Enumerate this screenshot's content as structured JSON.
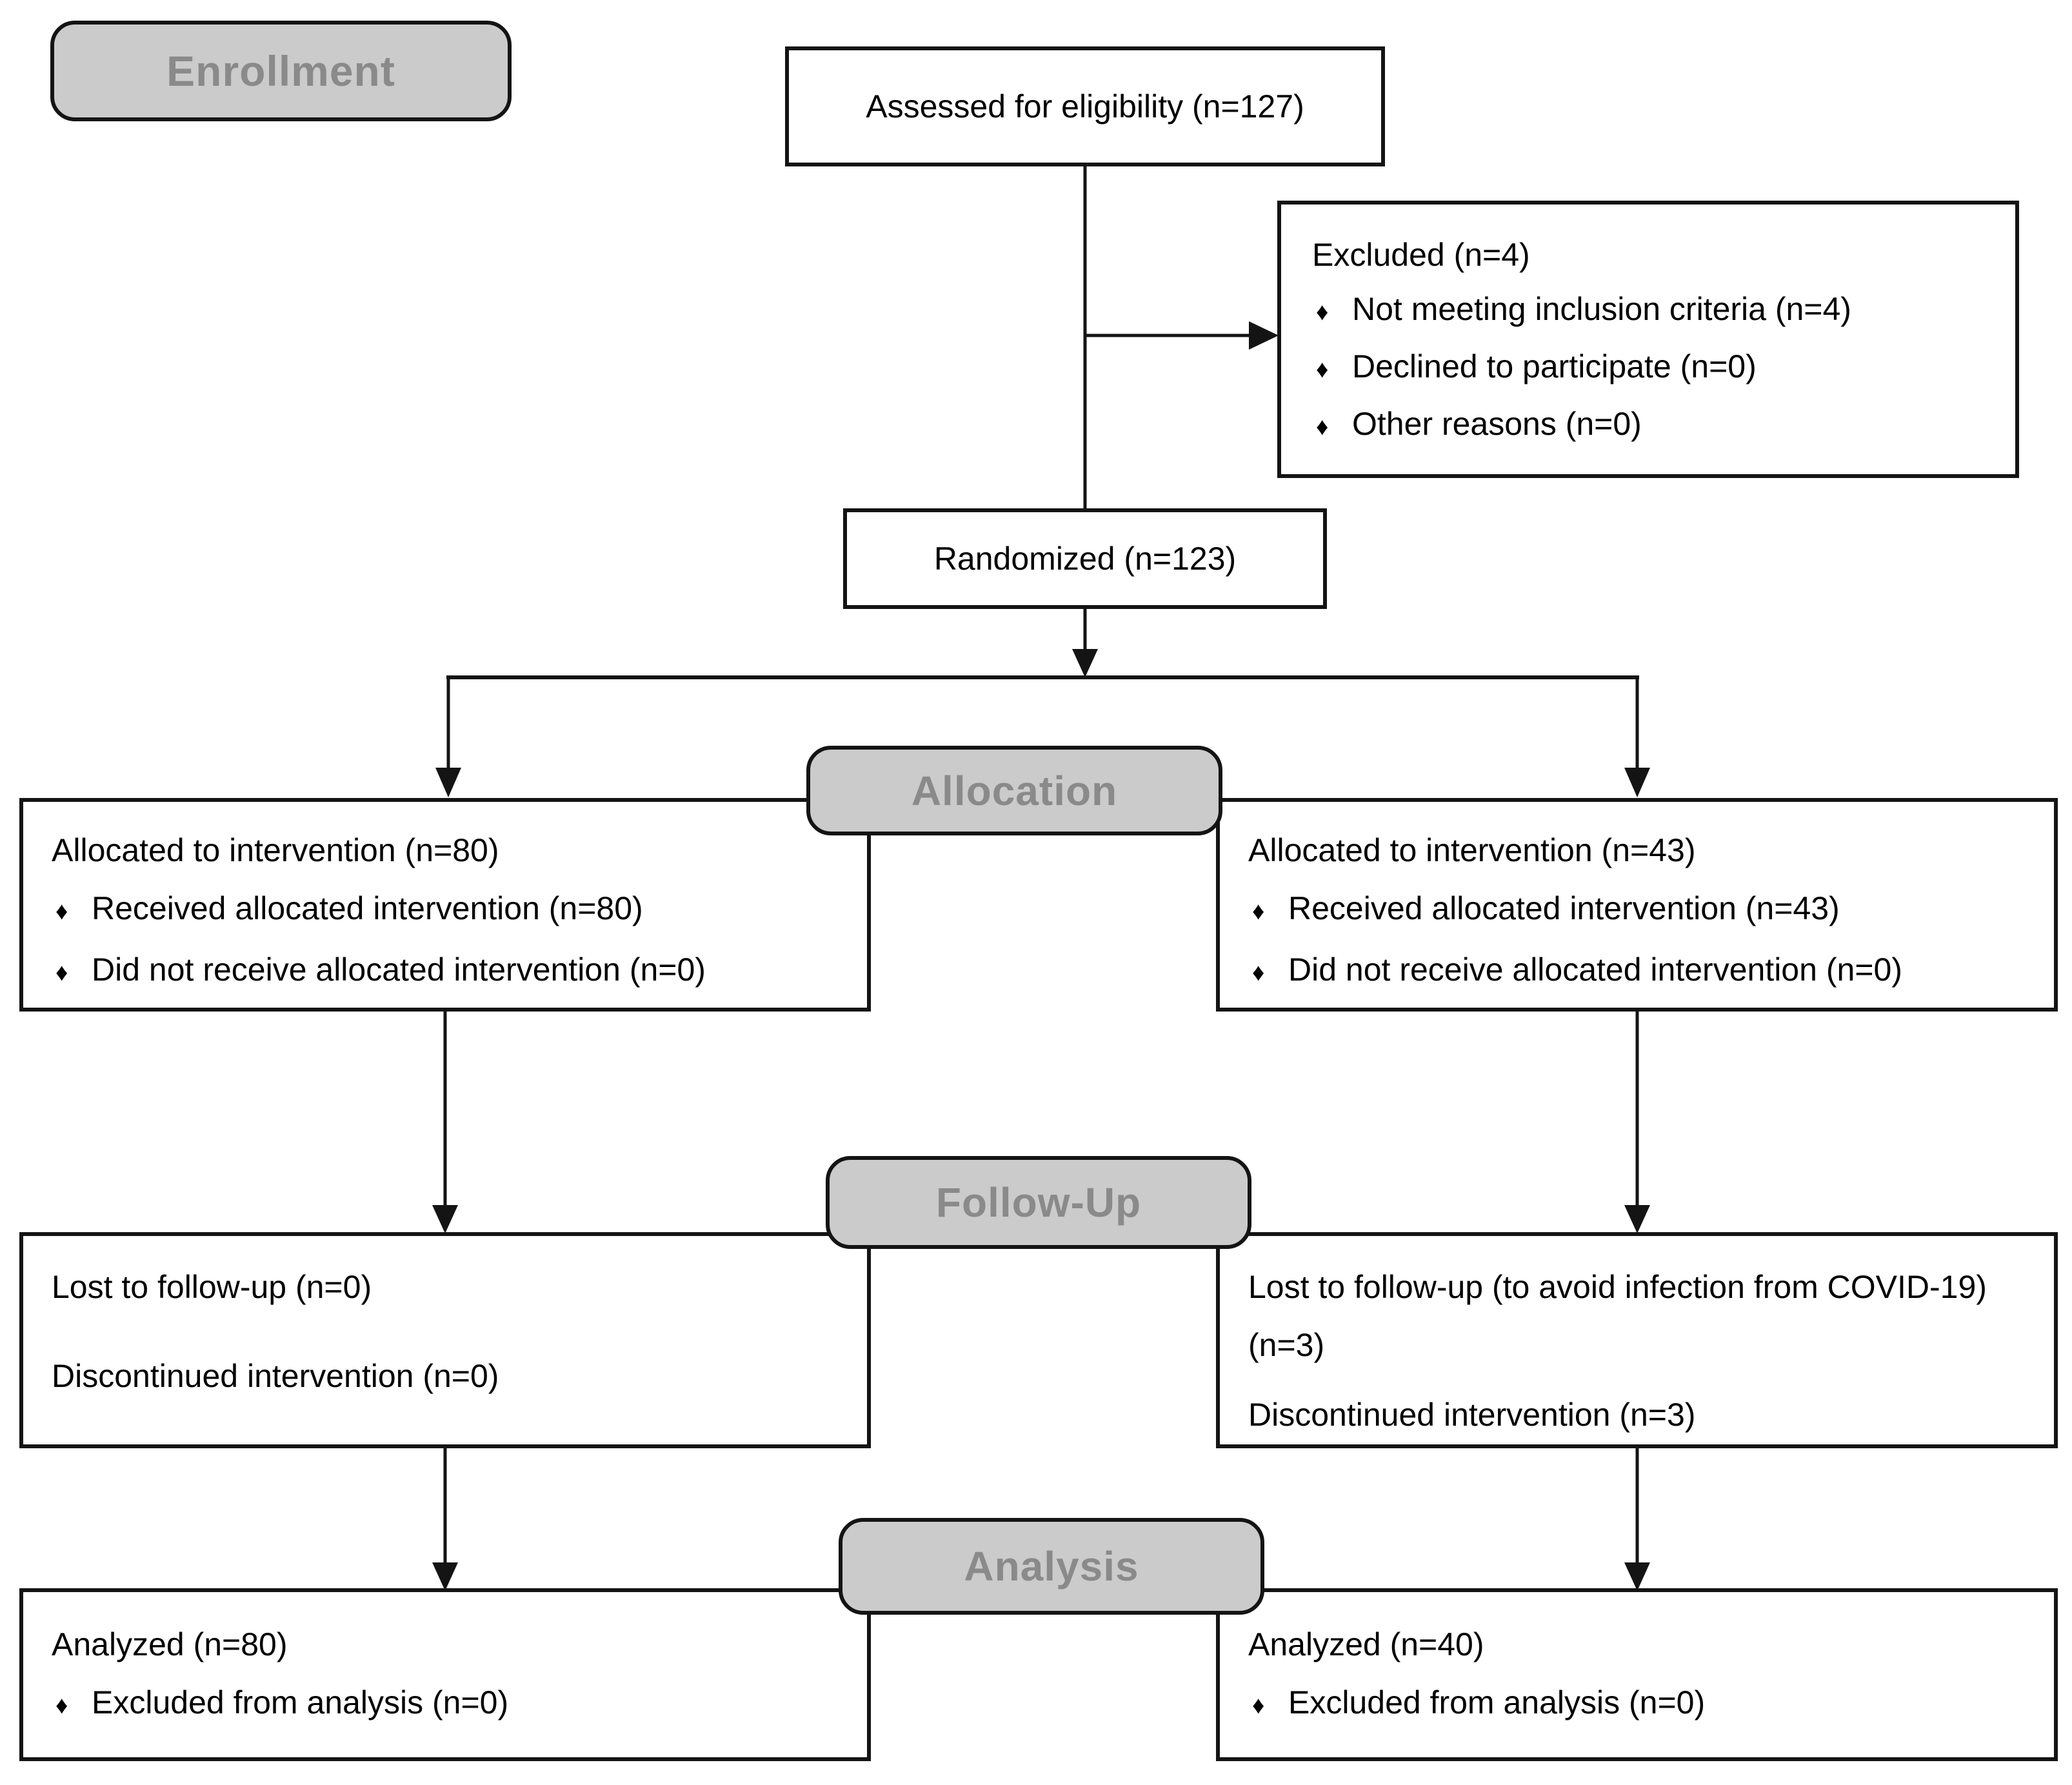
{
  "bullet_char": "♦",
  "colors": {
    "background": "#ffffff",
    "box_border": "#141414",
    "box_fill": "#ffffff",
    "phase_fill": "#cbcbcb",
    "phase_text": "#8a8a8a",
    "body_text": "#000000",
    "connector": "#141414"
  },
  "phase_labels": {
    "enrollment": "Enrollment",
    "allocation": "Allocation",
    "followup": "Follow-Up",
    "analysis": "Analysis"
  },
  "boxes": {
    "assessed": {
      "text": "Assessed for eligibility (n=127)"
    },
    "excluded": {
      "title": "Excluded (n=4)",
      "bullets": [
        "Not meeting inclusion criteria (n=4)",
        "Declined to participate (n=0)",
        "Other reasons (n=0)"
      ]
    },
    "randomized": {
      "text": "Randomized (n=123)"
    },
    "allocation_left": {
      "title": "Allocated to intervention (n=80)",
      "bullets": [
        "Received allocated intervention (n=80)",
        "Did not receive allocated intervention (n=0)"
      ]
    },
    "allocation_right": {
      "title": "Allocated to intervention (n=43)",
      "bullets": [
        "Received allocated intervention (n=43)",
        "Did not receive allocated intervention (n=0)"
      ]
    },
    "followup_left": {
      "lines": [
        "Lost to follow-up (n=0)",
        "Discontinued intervention (n=0)"
      ]
    },
    "followup_right": {
      "lines": [
        "Lost to follow-up (to avoid infection from COVID-19) (n=3)",
        "Discontinued intervention (n=3)"
      ]
    },
    "analysis_left": {
      "title": "Analyzed (n=80)",
      "bullets": [
        "Excluded from analysis (n=0)"
      ]
    },
    "analysis_right": {
      "title": "Analyzed (n=40)",
      "bullets": [
        "Excluded from analysis (n=0)"
      ]
    }
  }
}
